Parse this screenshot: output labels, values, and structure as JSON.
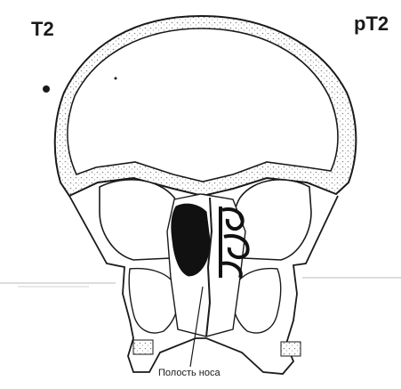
{
  "labels": {
    "left_corner": "T2",
    "right_corner": "pT2",
    "nasal_cavity": "Полость носа"
  },
  "colors": {
    "ink": "#1a1a1a",
    "paper": "#ffffff",
    "bone_stipple": "#9a9a9a"
  }
}
